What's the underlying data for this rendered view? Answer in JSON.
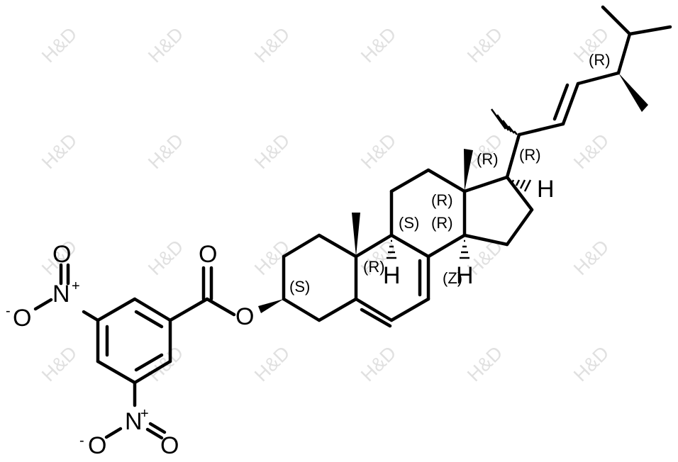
{
  "watermark": {
    "text": "H&D"
  },
  "atoms": {
    "oxygen": "O",
    "nitrogen": "N",
    "hydrogen": "H",
    "charge_plus": "+",
    "charge_minus": "-"
  },
  "stereo_labels": {
    "c3": "(S)",
    "c10": "(R)",
    "c9": "(S)",
    "c14_top": "(R)",
    "c14": "(R)",
    "c13": "(R)",
    "c17": "(R)",
    "c24": "(R)",
    "c22_double_bond": "(Z)"
  },
  "colors": {
    "bond": "#000000",
    "watermark": "#c8c8c8",
    "background": "#ffffff"
  }
}
